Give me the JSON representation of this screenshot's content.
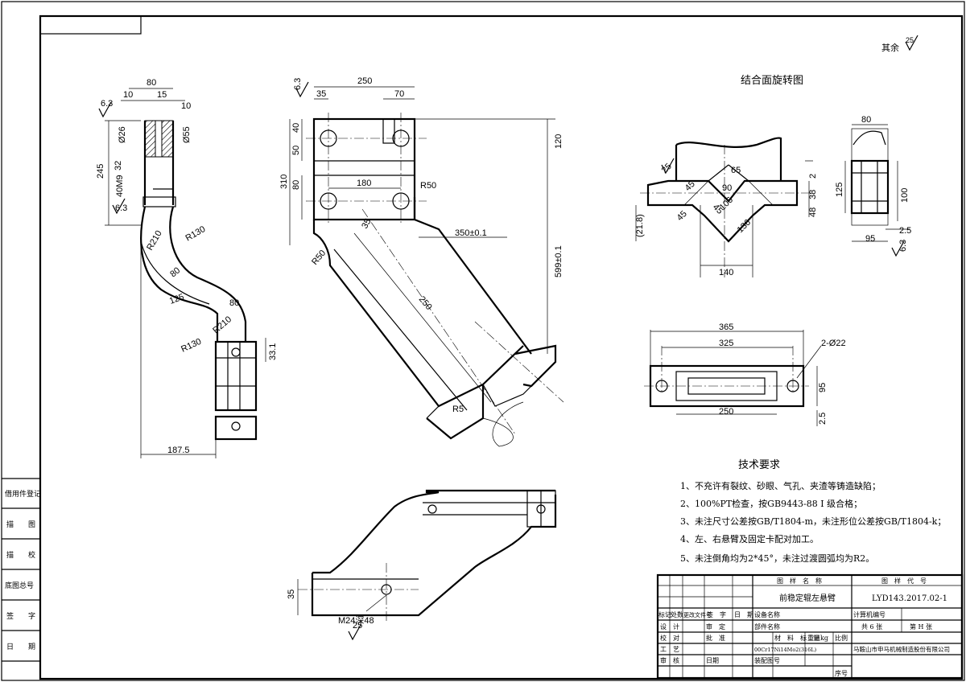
{
  "drawing": {
    "roughness_note": "其余",
    "roughness_value": "25",
    "section_title": "结合面旋转图",
    "tech_title": "技术要求",
    "requirements": [
      "1、不充许有裂纹、砂眼、气孔、夹渣等铸造缺陷；",
      "2、100%PT检查，按GB9443-88 I 级合格；",
      "3、未注尺寸公差按GB/T1804-m，未注形位公差按GB/T1804-k；",
      "4、左、右悬臂及固定卡配对加工。",
      "5、未注倒角均为2*45°，未注过渡圆弧均为R2。"
    ],
    "dims": {
      "d80a": "80",
      "d10a": "10",
      "d15": "15",
      "d10b": "10",
      "d26": "Ø26",
      "d55": "Ø55",
      "d32": "32",
      "d245": "245",
      "d40m": "40M9",
      "r210a": "R210",
      "r130a": "R130",
      "d80b": "80",
      "d80c": "80",
      "d125": "125",
      "r210b": "R210",
      "r130b": "R130",
      "d331": "33.1",
      "d1875": "187.5",
      "rough63a": "6.3",
      "rough63b": "6.3",
      "d250a": "250",
      "d35a": "35",
      "d70": "70",
      "d40a": "40",
      "d50a": "50",
      "d80d": "80",
      "d310": "310",
      "d180": "180",
      "r50a": "R50",
      "r50b": "R50",
      "d120": "120",
      "d35b": "35",
      "d350": "350±0.1",
      "d250b": "250",
      "d599": "599±0.1",
      "r5": "R5",
      "rough63c": "6.3",
      "d25s": "25",
      "d45a": "45",
      "d65": "65",
      "d90": "90",
      "d45b": "45",
      "d45c": "45",
      "d106": "106",
      "d136": "136",
      "d2": "2",
      "d38": "38",
      "d48": "48",
      "d218": "(21.8)",
      "d140": "140",
      "d80e": "80",
      "d125b": "125",
      "d100": "100",
      "d25b": "2.5",
      "d95": "95",
      "rough63d": "6.3",
      "d365": "365",
      "d325": "325",
      "d222": "2-Ø22",
      "d95b": "95",
      "d250c": "250",
      "d25c": "2.5",
      "d35c": "35",
      "m24": "M24深48",
      "rough25": "25"
    }
  },
  "margin_table": [
    "借用件登记",
    "描　　图",
    "描　　校",
    "底图总号",
    "签　　字",
    "日　　期"
  ],
  "title_block": {
    "name_header": "图　样　名　称",
    "code_header": "图　样　代　号",
    "name": "前稳定辊左悬臂",
    "code": "LYD143.2017.02-1",
    "rev_headers": [
      "标记",
      "处数",
      "更改文件号",
      "签　字",
      "日　期"
    ],
    "equip_name": "设备名称",
    "calc_no": "计算机编号",
    "part_name": "部件名称",
    "design": "设　计",
    "review": "审　定",
    "sheets": "共 6 张",
    "sheet_no": "第 H 张",
    "check": "校　对",
    "approve": "批　准",
    "material": "材　料　标　记",
    "weight": "重量kg",
    "scale": "比例",
    "process": "工　艺",
    "material_value": "00Cr17Ni14Mo2(316L)",
    "company": "马鞍山市申马机械制造股份有限公司",
    "audit": "审　核",
    "date": "日期",
    "assembly": "装配图号",
    "seq": "序号"
  }
}
